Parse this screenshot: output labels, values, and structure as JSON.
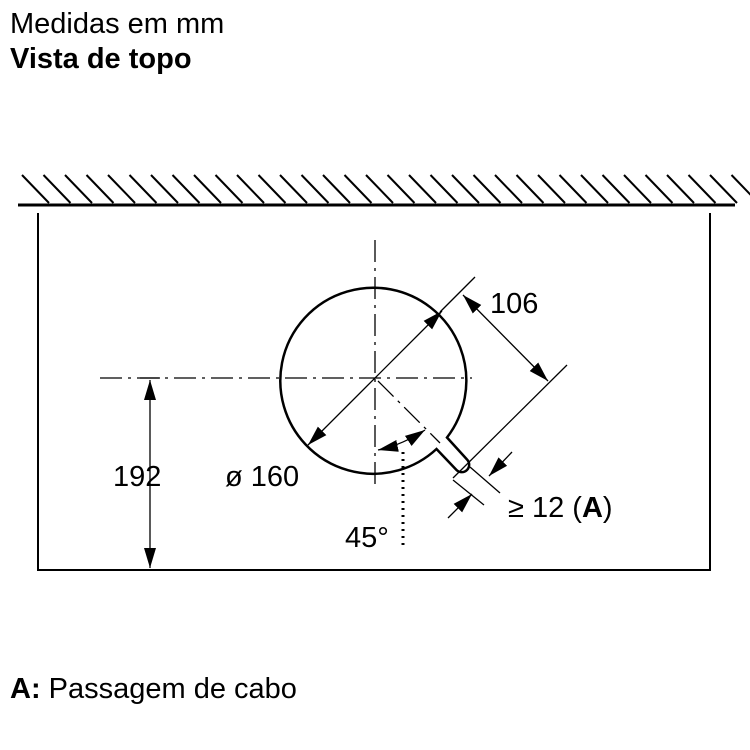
{
  "header": {
    "units": "Medidas em mm",
    "view": "Vista de topo"
  },
  "dimensions": {
    "diameter": "ø 160",
    "offset": "106",
    "height": "192",
    "angle": "45°",
    "min_gap": "≥ 12 (",
    "min_gap_ref": "A",
    "min_gap_close": ")"
  },
  "legend": {
    "key": "A:",
    "text": " Passagem de cabo"
  }
}
